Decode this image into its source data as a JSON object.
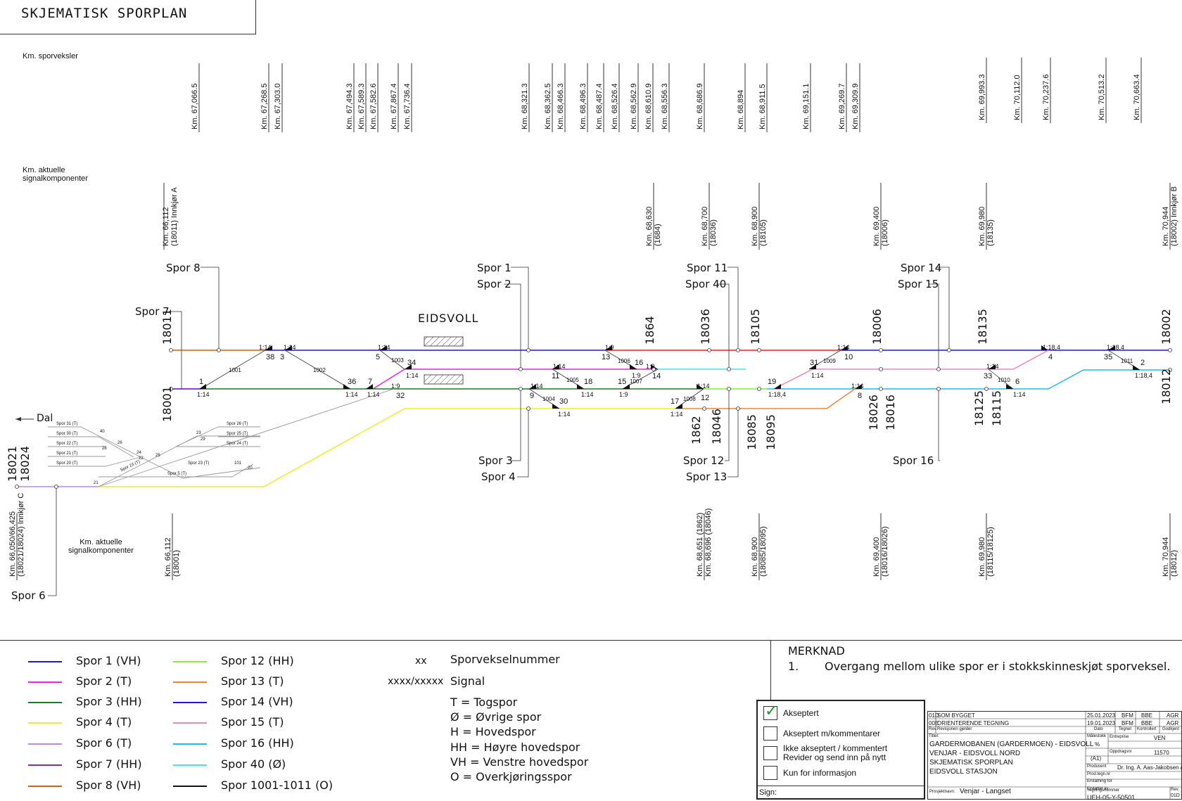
{
  "title": "SKJEMATISK SPORPLAN",
  "section_labels": {
    "km_sporveksler": "Km. sporveksler",
    "km_aktuelle_top_1": "Km. aktuelle",
    "km_aktuelle_top_2": "signalkomponenter",
    "km_aktuelle_bottom_1": "Km. aktuelle",
    "km_aktuelle_bottom_2": "signalkomponenter"
  },
  "switch_km": [
    "Km. 67,066.5",
    "Km. 67,268.5",
    "Km. 67,303.0",
    "Km. 67,494.3",
    "Km. 67,589.3",
    "Km. 67,582.6",
    "Km. 67,867.4",
    "Km. 67,736.4",
    "Km. 68,321.3",
    "Km. 68,362.5",
    "Km. 68,466.3",
    "Km. 68,496.3",
    "Km. 68,487.4",
    "Km. 68,526.4",
    "Km. 68,562.9",
    "Km. 68,610.9",
    "Km. 68,556.3",
    "Km. 68,686.9",
    "Km. 68,894",
    "Km. 68,911.5",
    "Km. 69,151.1",
    "Km. 69,269.7",
    "Km. 69,309.9",
    "Km. 69,993.3",
    "Km. 70,112.0",
    "Km. 70,237.6",
    "Km. 70,513.2",
    "Km. 70,663.4"
  ],
  "signal_km_top": [
    "Km. 66,112\n(18011) Innkjør A",
    "Km. 68,630\n(1684)",
    "Km. 68,700\n(18036)",
    "Km. 68,900\n(18105)",
    "Km. 69,400\n(18006)",
    "Km. 69,980\n(18135)",
    "Km. 70,944\n(18002) Innkjør B"
  ],
  "signal_km_bottom": [
    "Km. 66,050/66,425\n(18021/18024) Innkjør C",
    "Km. 66,112\n(18001)",
    "Km. 68,651 (1862)\nKm. 68,696 (18046)",
    "Km. 68,900\n(18085/18095)",
    "Km. 69,400\n(18016/18026)",
    "Km. 69,980\n(18115/18125)",
    "Km. 70,944\n(18012)"
  ],
  "station": "EIDSVOLL",
  "direction": "Dal",
  "tracks": {
    "spor1": "Spor 1",
    "spor2": "Spor 2",
    "spor3": "Spor 3",
    "spor4": "Spor 4",
    "spor6": "Spor 6",
    "spor7": "Spor 7",
    "spor8": "Spor 8",
    "spor11": "Spor 11",
    "spor12": "Spor 12",
    "spor13": "Spor 13",
    "spor14": "Spor 14",
    "spor15": "Spor 15",
    "spor16": "Spor 16",
    "spor40": "Spor 40"
  },
  "signals": [
    "18011",
    "18001",
    "1864",
    "18036",
    "18105",
    "18006",
    "18135",
    "18002",
    "18012",
    "18021",
    "18024",
    "1862",
    "18046",
    "18085",
    "18095",
    "18026",
    "18016",
    "18125",
    "18115"
  ],
  "switch_numbers": [
    "1",
    "38",
    "3",
    "36",
    "7",
    "5",
    "34",
    "32",
    "9",
    "30",
    "11",
    "18",
    "13",
    "16",
    "14",
    "15",
    "17",
    "12",
    "19",
    "31",
    "10",
    "8",
    "33",
    "6",
    "4",
    "35",
    "2"
  ],
  "ratios": [
    "1:14",
    "1:9",
    "1:18,4"
  ],
  "crossover_numbers": [
    "1001",
    "1002",
    "1003",
    "1004",
    "1005",
    "1006",
    "1007",
    "1008",
    "1009",
    "1010",
    "1011"
  ],
  "yard": {
    "labels": [
      "Spor 31 (T)",
      "Spor 30 (T)",
      "Spor 22 (T)",
      "Spor 21 (T)",
      "Spor 20 (T)",
      "Spor 26 (T)",
      "Spor 25 (T)",
      "Spor 24 (T)",
      "Spor 23 (T)",
      "Spor 23 (T)",
      "Spor 5 (T)"
    ],
    "numbers": [
      "40",
      "26",
      "28",
      "24",
      "25",
      "23",
      "22",
      "21",
      "29",
      "101",
      "20"
    ]
  },
  "legend": [
    {
      "label": "Spor 1 (VH)",
      "color": "#1a1ad6"
    },
    {
      "label": "Spor 2  (T)",
      "color": "#ee22ee"
    },
    {
      "label": "Spor 3 (HH)",
      "color": "#1c7a2e"
    },
    {
      "label": "Spor 4 (T)",
      "color": "#eeee22"
    },
    {
      "label": "Spor 6 (T)",
      "color": "#bb88ee"
    },
    {
      "label": "Spor 7 (HH)",
      "color": "#8822dd"
    },
    {
      "label": "Spor 8 (VH)",
      "color": "#cc6611"
    },
    {
      "label": "Spor 12 (HH)",
      "color": "#88ee33"
    },
    {
      "label": "Spor 13 (T)",
      "color": "#ee8833"
    },
    {
      "label": "Spor 14 (VH)",
      "color": "#1a1ad6"
    },
    {
      "label": "Spor 15 (T)",
      "color": "#ee88bb"
    },
    {
      "label": "Spor 16 (HH)",
      "color": "#22bbee"
    },
    {
      "label": "Spor 40 (Ø)",
      "color": "#33eeee"
    },
    {
      "label": "Spor 1001-1011 (O)",
      "color": "#111111"
    }
  ],
  "symbols": {
    "xx": "xx",
    "xx_desc": "Sporvekselnummer",
    "sig": "xxxx/xxxxx",
    "sig_desc": "Signal",
    "abbr": [
      "T = Togspor",
      "Ø = Øvrige spor",
      "H = Hovedspor",
      "HH = Høyre hovedspor",
      "VH = Venstre hovedspor",
      "O = Overkjøringsspor"
    ]
  },
  "note": {
    "heading": "MERKNAD",
    "num": "1.",
    "text": "Overgang mellom ulike spor er i stokkskinneskjøt sporveksel."
  },
  "approval": {
    "options": [
      "Akseptert",
      "Akseptert m/kommentarer",
      "Ikke akseptert / kommentert\nRevider og send inn på nytt",
      "Kun for informasjon"
    ],
    "checked": "✓",
    "sign": "Sign:"
  },
  "title_block": {
    "rev1": "01D",
    "rev1_desc": "SOM BYGGET",
    "rev1_date": "25.01.2023",
    "rev1_a": "BFM",
    "rev1_b": "BBE",
    "rev1_c": "AGR",
    "rev2": "00E",
    "rev2_desc": "ORIENTERENDE TEGNING",
    "rev2_date": "19.01.2023",
    "rev2_a": "BFM",
    "rev2_b": "BBE",
    "rev2_c": "AGR",
    "hdr_rev": "Rev.",
    "hdr_desc": "Revisjonen gjelder",
    "hdr_date": "Dato",
    "hdr_tegn": "Tegnet",
    "hdr_kontr": "Kontrollert",
    "hdr_godk": "Godkjent",
    "tittel": "Tittel:",
    "line1": "GARDERMOBANEN (GARDERMOEN) - EIDSVOLL",
    "line2": "VENJAR - EIDSVOLL NORD",
    "line3": "SKJEMATISK SPORPLAN",
    "line4": "EIDSVOLL STASJON",
    "malestokk": "Målestokk",
    "malestokk_val": "%",
    "format": "(A1)",
    "entreprise": "Entreprise",
    "entreprise_val": "VEN",
    "oppdrag": "Oppdragsnr",
    "oppdrag_val": "11570",
    "produsent": "Produsent",
    "produsent_val": "Dr. Ing. A. Aas-Jakobsen AS",
    "prodtegn": "Prod.tegn.nr",
    "erstatning": "Erstatning for",
    "erstattet": "Erstattet av",
    "prosjekt": "Prosjektnavn:",
    "prosjekt_val": "Venjar - Langset",
    "tegningsnr": "Tegningsnummer",
    "tegningsnr_val": "UEH-05-Y-50501",
    "rev_lbl": "Rev.",
    "rev_val": "01D"
  }
}
